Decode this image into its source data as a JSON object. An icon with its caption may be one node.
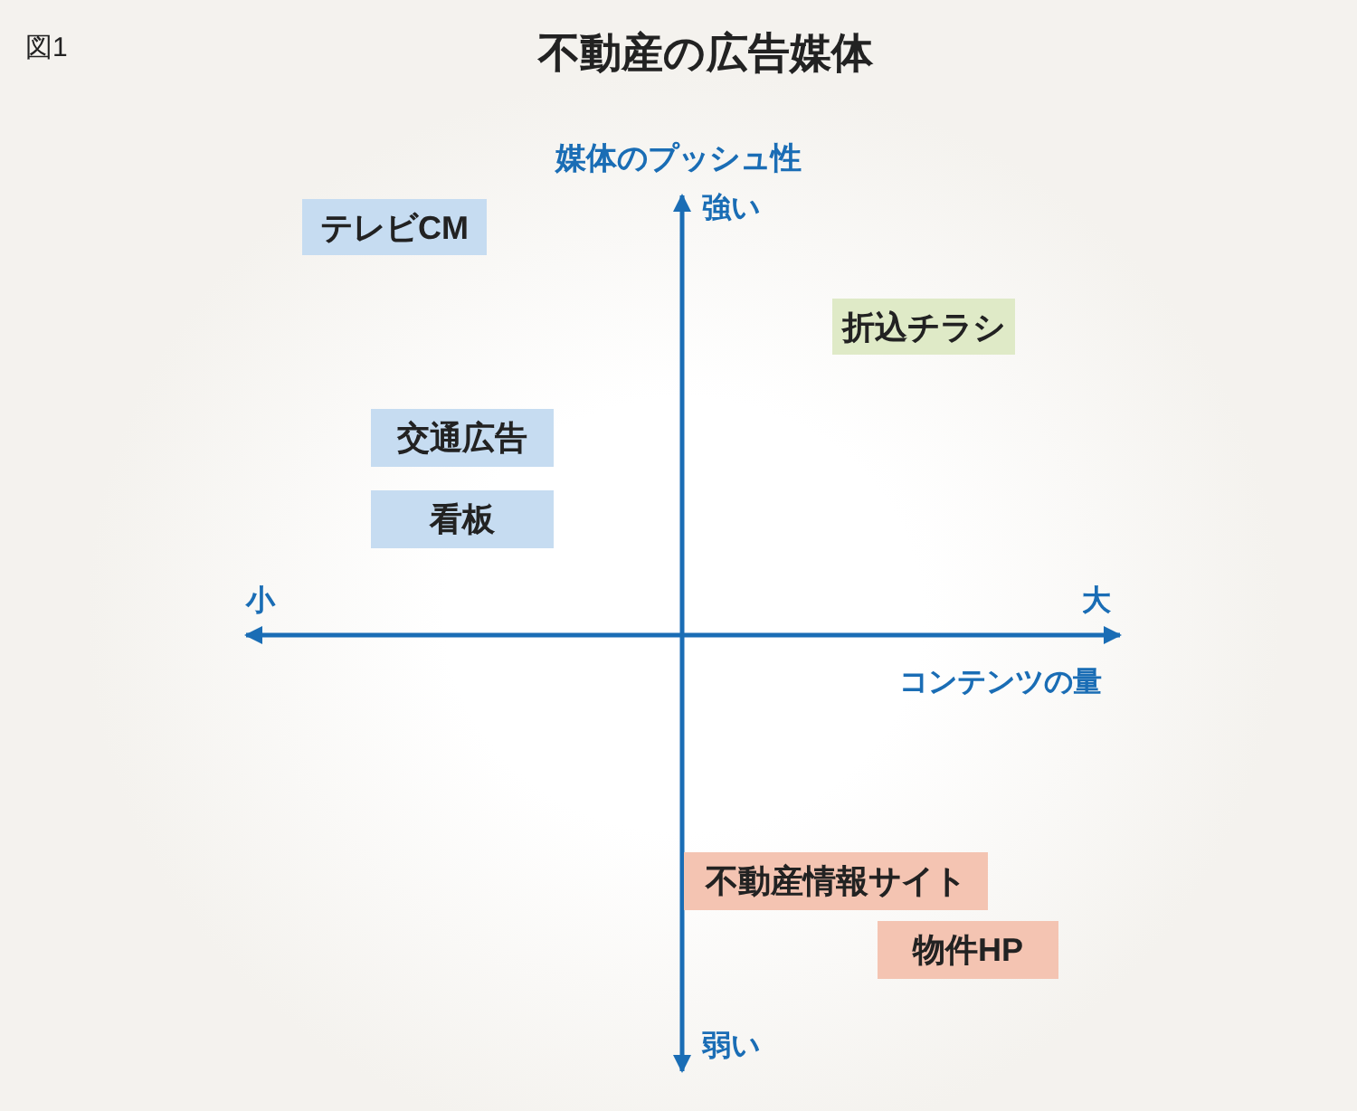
{
  "diagram": {
    "title": "不動産の広告媒体",
    "nodes": [
      {
        "text": [
          "テレビCM"
        ]
      },
      {
        "text": [
          "折込チラシ"
        ]
      },
      {
        "text": [
          "交通広告"
        ]
      },
      {
        "text": [
          "看板"
        ]
      },
      {
        "text": [
          "不動産情報サイト"
        ]
      },
      {
        "text": [
          "物件HP"
        ]
      }
    ],
    "edges": [],
    "labels": [
      "図1",
      "媒体のプッシュ性",
      "強い",
      "小",
      "大",
      "コンテンツの量",
      "弱い"
    ]
  }
}
